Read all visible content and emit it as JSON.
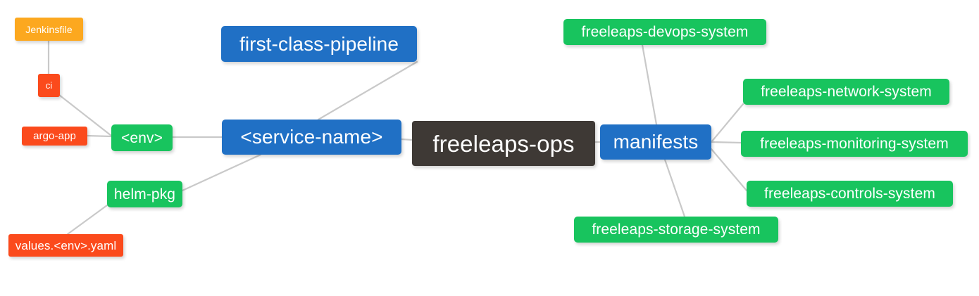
{
  "diagram": {
    "type": "mindmap",
    "title": "freeleaps-ops",
    "background": "#ffffff",
    "edge_color": "#c9c9c9",
    "palette": {
      "root": "#3e3935",
      "blue": "#2070c5",
      "green": "#18c45e",
      "red": "#fb4a1c",
      "amber": "#fca81f",
      "text": "#ffffff"
    }
  },
  "nodes": {
    "root": {
      "label": "freeleaps-ops",
      "color": "#3e3935"
    },
    "first_class_pipeline": {
      "label": "first-class-pipeline",
      "color": "#2070c5"
    },
    "service_name": {
      "label": "<service-name>",
      "color": "#2070c5"
    },
    "env": {
      "label": "<env>",
      "color": "#18c45e"
    },
    "ci": {
      "label": "ci",
      "color": "#fb4a1c"
    },
    "jenkinsfile": {
      "label": "Jenkinsfile",
      "color": "#fca81f"
    },
    "argo_app": {
      "label": "argo-app",
      "color": "#fb4a1c"
    },
    "helm_pkg": {
      "label": "helm-pkg",
      "color": "#18c45e"
    },
    "values_yaml": {
      "label": "values.<env>.yaml",
      "color": "#fb4a1c"
    },
    "manifests": {
      "label": "manifests",
      "color": "#2070c5"
    },
    "devops_system": {
      "label": "freeleaps-devops-system",
      "color": "#18c45e"
    },
    "network_system": {
      "label": "freeleaps-network-system",
      "color": "#18c45e"
    },
    "monitoring_system": {
      "label": "freeleaps-monitoring-system",
      "color": "#18c45e"
    },
    "controls_system": {
      "label": "freeleaps-controls-system",
      "color": "#18c45e"
    },
    "storage_system": {
      "label": "freeleaps-storage-system",
      "color": "#18c45e"
    }
  },
  "edges": [
    {
      "from": "root",
      "to": "service_name"
    },
    {
      "from": "service_name",
      "to": "first_class_pipeline"
    },
    {
      "from": "service_name",
      "to": "env"
    },
    {
      "from": "service_name",
      "to": "helm_pkg"
    },
    {
      "from": "env",
      "to": "ci"
    },
    {
      "from": "env",
      "to": "argo_app"
    },
    {
      "from": "ci",
      "to": "jenkinsfile"
    },
    {
      "from": "helm_pkg",
      "to": "values_yaml"
    },
    {
      "from": "root",
      "to": "manifests"
    },
    {
      "from": "manifests",
      "to": "devops_system"
    },
    {
      "from": "manifests",
      "to": "network_system"
    },
    {
      "from": "manifests",
      "to": "monitoring_system"
    },
    {
      "from": "manifests",
      "to": "controls_system"
    },
    {
      "from": "manifests",
      "to": "storage_system"
    }
  ]
}
